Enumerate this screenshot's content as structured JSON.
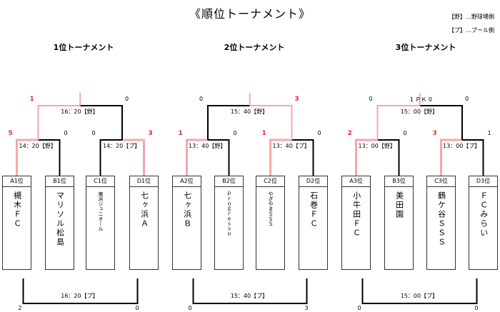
{
  "title": "《順位トーナメント》",
  "legend": [
    "【野】…野球場側",
    "【プ】…プール側"
  ],
  "colors": {
    "win": "#e0303a",
    "line": "#000000",
    "win_line": "#f4a7ac"
  },
  "sections": [
    {
      "title": "1位トーナメント",
      "teams": [
        {
          "label": "A1位",
          "name": "槻木ＦＣ"
        },
        {
          "label": "B1位",
          "name": "マリソル松島"
        },
        {
          "label": "C1位",
          "name": "東浜ジュニオール"
        },
        {
          "label": "D1位",
          "name": "七ヶ浜Ａ"
        }
      ],
      "semis": [
        {
          "time": "14：20【野】",
          "left": "5",
          "right": "0",
          "left_win": true
        },
        {
          "time": "14：20【プ】",
          "left": "0",
          "right": "3",
          "left_win": false
        }
      ],
      "final": {
        "time": "16：20【野】",
        "left": "1",
        "right": "0",
        "extra": ""
      },
      "third": {
        "time": "16：20【プ】",
        "left": "2",
        "right": "0"
      }
    },
    {
      "title": "2位トーナメント",
      "teams": [
        {
          "label": "A2位",
          "name": "七ヶ浜Ｂ"
        },
        {
          "label": "B2位",
          "name": "Ｐｒｏｇｒｅｓｓｏ"
        },
        {
          "label": "C2位",
          "name": "やぎやまＳＳＳ"
        },
        {
          "label": "D2位",
          "name": "石巻ＦＣ"
        }
      ],
      "semis": [
        {
          "time": "13：40【野】",
          "left": "1",
          "right": "0",
          "left_win": true
        },
        {
          "time": "13：40【プ】",
          "left": "1",
          "right": "0",
          "left_win": true
        }
      ],
      "final": {
        "time": "15：40【野】",
        "left": "0",
        "right": "3",
        "extra": ""
      },
      "third": {
        "time": "15：40【プ】",
        "left": "0",
        "right": "3"
      }
    },
    {
      "title": "3位トーナメント",
      "teams": [
        {
          "label": "A3位",
          "name": "小牛田ＦＣ"
        },
        {
          "label": "B3位",
          "name": "美田園"
        },
        {
          "label": "C3位",
          "name": "鶴ケ谷ＳＳＳ"
        },
        {
          "label": "D3位",
          "name": "ＦＣみらい"
        }
      ],
      "semis": [
        {
          "time": "13：00【野】",
          "left": "2",
          "right": "0",
          "left_win": true
        },
        {
          "time": "13：00【プ】",
          "left": "3",
          "right": "1",
          "left_win": true
        }
      ],
      "final": {
        "time": "15：00【野】",
        "left": "0",
        "right": "0",
        "extra": "1 ＰＫ 0"
      },
      "third": {
        "time": "15：00【プ】",
        "left": "0",
        "right": "0"
      }
    }
  ]
}
